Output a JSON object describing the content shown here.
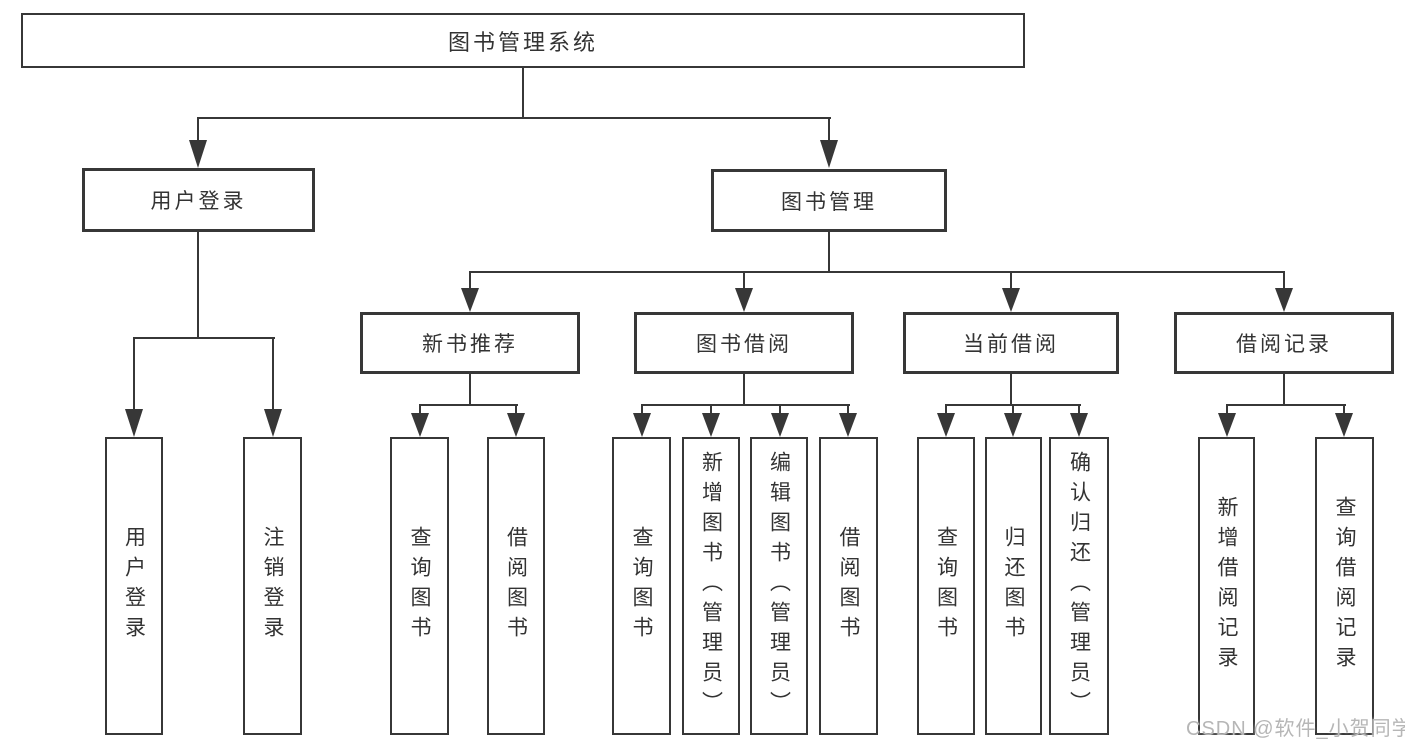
{
  "diagram": {
    "root": "图书管理系统",
    "level2": {
      "user_login": "用户登录",
      "book_management": "图书管理"
    },
    "level3": {
      "new_book_recommend": "新书推荐",
      "book_borrow": "图书借阅",
      "current_borrow": "当前借阅",
      "borrow_records": "借阅记录"
    },
    "leaves": {
      "login": [
        "用户登录",
        "注销登录"
      ],
      "recommend": [
        "查询图书",
        "借阅图书"
      ],
      "borrow": [
        "查询图书",
        "新增图书（管理员）",
        "编辑图书（管理员）",
        "借阅图书"
      ],
      "current": [
        "查询图书",
        "归还图书",
        "确认归还（管理员）"
      ],
      "records": [
        "新增借阅记录",
        "查询借阅记录"
      ]
    }
  },
  "watermark": {
    "text": "CSDN @软件_小贺同学"
  },
  "colors": {
    "line": "#373737",
    "text": "#333333",
    "watermark": "#b6b6b6",
    "background": "#ffffff"
  }
}
